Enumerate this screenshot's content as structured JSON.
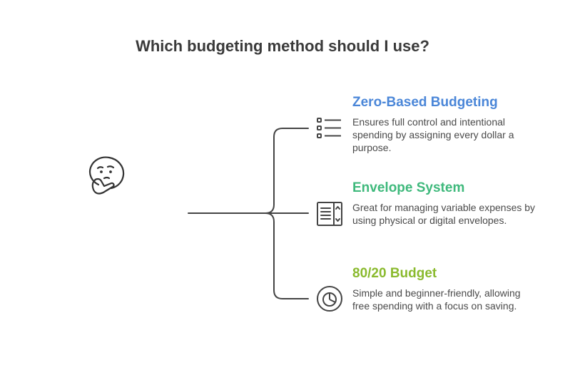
{
  "title": "Which budgeting method should I use?",
  "icons": {
    "root": "thinking-face-icon"
  },
  "options": [
    {
      "title": "Zero-Based Budgeting",
      "color": "#4a86d8",
      "icon": "list-icon",
      "description": "Ensures full control and intentional spending by assigning every dollar a purpose."
    },
    {
      "title": "Envelope System",
      "color": "#3fb97c",
      "icon": "document-scroll-icon",
      "description": "Great for managing variable expenses by using physical or digital envelopes."
    },
    {
      "title": "80/20 Budget",
      "color": "#8aba2e",
      "icon": "pie-chart-icon",
      "description": "Simple and beginner-friendly, allowing free spending with a focus on saving."
    }
  ]
}
